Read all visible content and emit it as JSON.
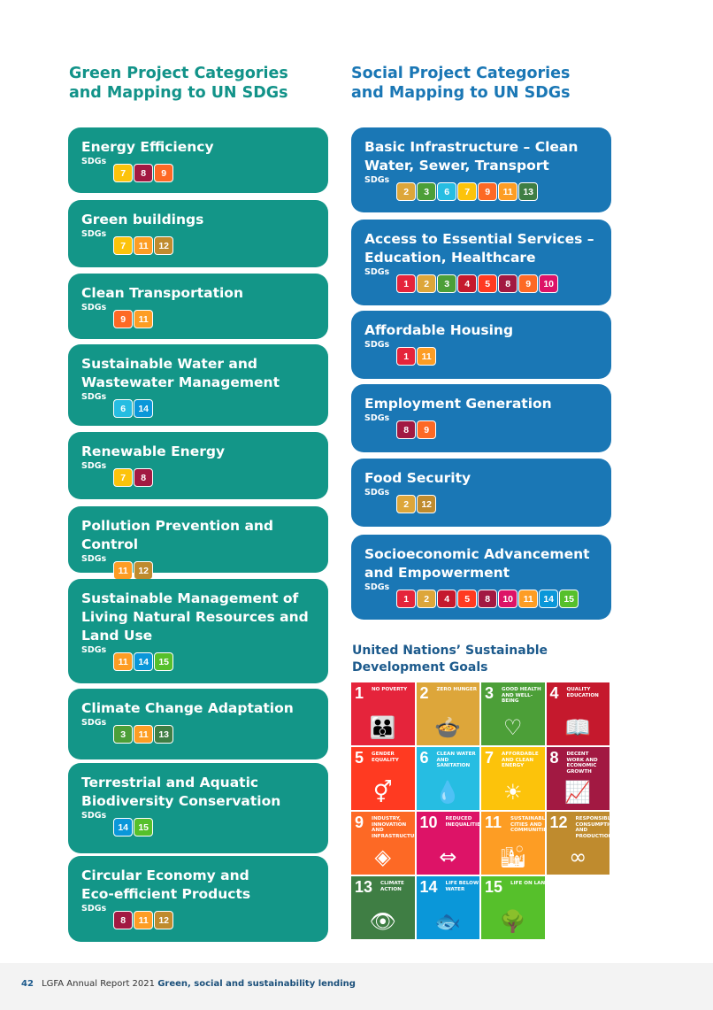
{
  "green": {
    "title_line1": "Green Project Categories",
    "title_line2": "and Mapping to UN SDGs",
    "sdg_label": "SDGs",
    "cards": [
      {
        "l1": "Energy Efficiency",
        "l2": "",
        "l3": "",
        "sdgs": [
          "7",
          "8",
          "9"
        ]
      },
      {
        "l1": "Green buildings",
        "l2": "",
        "l3": "",
        "sdgs": [
          "7",
          "11",
          "12"
        ]
      },
      {
        "l1": "Clean Transportation",
        "l2": "",
        "l3": "",
        "sdgs": [
          "9",
          "11"
        ]
      },
      {
        "l1": "Sustainable Water and",
        "l2": "Wastewater Management",
        "l3": "",
        "sdgs": [
          "6",
          "14"
        ]
      },
      {
        "l1": "Renewable Energy",
        "l2": "",
        "l3": "",
        "sdgs": [
          "7",
          "8"
        ]
      },
      {
        "l1": "Pollution Prevention and Control",
        "l2": "",
        "l3": "",
        "sdgs": [
          "11",
          "12"
        ]
      },
      {
        "l1": "Sustainable Management of",
        "l2": "Living Natural Resources and",
        "l3": "Land Use",
        "sdgs": [
          "11",
          "14",
          "15"
        ]
      },
      {
        "l1": "Climate Change Adaptation",
        "l2": "",
        "l3": "",
        "sdgs": [
          "3",
          "11",
          "13"
        ]
      },
      {
        "l1": "Terrestrial and Aquatic",
        "l2": "Biodiversity Conservation",
        "l3": "",
        "sdgs": [
          "14",
          "15"
        ]
      },
      {
        "l1": "Circular Economy and",
        "l2": "Eco-efficient Products",
        "l3": "",
        "sdgs": [
          "8",
          "11",
          "12"
        ]
      }
    ]
  },
  "social": {
    "title_line1": "Social Project Categories",
    "title_line2": "and Mapping to UN SDGs",
    "sdg_label": "SDGs",
    "cards": [
      {
        "l1": "Basic Infrastructure – Clean",
        "l2": "Water, Sewer, Transport",
        "sdgs": [
          "2",
          "3",
          "6",
          "7",
          "9",
          "11",
          "13"
        ]
      },
      {
        "l1": "Access to Essential Services –",
        "l2": "Education, Healthcare",
        "sdgs": [
          "1",
          "2",
          "3",
          "4",
          "5",
          "8",
          "9",
          "10"
        ]
      },
      {
        "l1": "Affordable Housing",
        "l2": "",
        "sdgs": [
          "1",
          "11"
        ]
      },
      {
        "l1": "Employment Generation",
        "l2": "",
        "sdgs": [
          "8",
          "9"
        ]
      },
      {
        "l1": "Food Security",
        "l2": "",
        "sdgs": [
          "2",
          "12"
        ]
      },
      {
        "l1": "Socioeconomic Advancement",
        "l2": "and Empowerment",
        "sdgs": [
          "1",
          "2",
          "4",
          "5",
          "8",
          "10",
          "11",
          "14",
          "15"
        ]
      }
    ]
  },
  "sdg_colors": {
    "1": "#e5243b",
    "2": "#dda63a",
    "3": "#4c9f38",
    "4": "#c5192d",
    "5": "#ff3a21",
    "6": "#26bde2",
    "7": "#fcc30b",
    "8": "#a21942",
    "9": "#fd6925",
    "10": "#dd1367",
    "11": "#fd9d24",
    "12": "#bf8b2e",
    "13": "#3f7e44",
    "14": "#0a97d9",
    "15": "#56c02b"
  },
  "goals_title_line1": "United Nations’ Sustainable",
  "goals_title_line2": "Development Goals",
  "goals": [
    {
      "num": "1",
      "name": "NO POVERTY",
      "icon": "family-icon",
      "glyph": "👪"
    },
    {
      "num": "2",
      "name": "ZERO HUNGER",
      "icon": "bowl-icon",
      "glyph": "🍲"
    },
    {
      "num": "3",
      "name": "GOOD HEALTH AND WELL-BEING",
      "icon": "heartbeat-icon",
      "glyph": "♡"
    },
    {
      "num": "4",
      "name": "QUALITY EDUCATION",
      "icon": "book-icon",
      "glyph": "📖"
    },
    {
      "num": "5",
      "name": "GENDER EQUALITY",
      "icon": "gender-icon",
      "glyph": "⚥"
    },
    {
      "num": "6",
      "name": "CLEAN WATER AND SANITATION",
      "icon": "water-drop-icon",
      "glyph": "💧"
    },
    {
      "num": "7",
      "name": "AFFORDABLE AND CLEAN ENERGY",
      "icon": "sun-icon",
      "glyph": "☀"
    },
    {
      "num": "8",
      "name": "DECENT WORK AND ECONOMIC GROWTH",
      "icon": "growth-chart-icon",
      "glyph": "📈"
    },
    {
      "num": "9",
      "name": "INDUSTRY, INNOVATION AND INFRASTRUCTURE",
      "icon": "cubes-icon",
      "glyph": "◈"
    },
    {
      "num": "10",
      "name": "REDUCED INEQUALITIES",
      "icon": "equals-icon",
      "glyph": "⇔"
    },
    {
      "num": "11",
      "name": "SUSTAINABLE CITIES AND COMMUNITIES",
      "icon": "city-icon",
      "glyph": "🏙"
    },
    {
      "num": "12",
      "name": "RESPONSIBLE CONSUMPTION AND PRODUCTION",
      "icon": "infinity-icon",
      "glyph": "∞"
    },
    {
      "num": "13",
      "name": "CLIMATE ACTION",
      "icon": "eye-globe-icon",
      "glyph": "👁"
    },
    {
      "num": "14",
      "name": "LIFE BELOW WATER",
      "icon": "fish-icon",
      "glyph": "🐟"
    },
    {
      "num": "15",
      "name": "LIFE ON LAND",
      "icon": "tree-icon",
      "glyph": "🌳"
    }
  ],
  "footer": {
    "page_number": "42",
    "report": "LGFA Annual Report 2021",
    "section": "Green, social and sustainability lending"
  }
}
